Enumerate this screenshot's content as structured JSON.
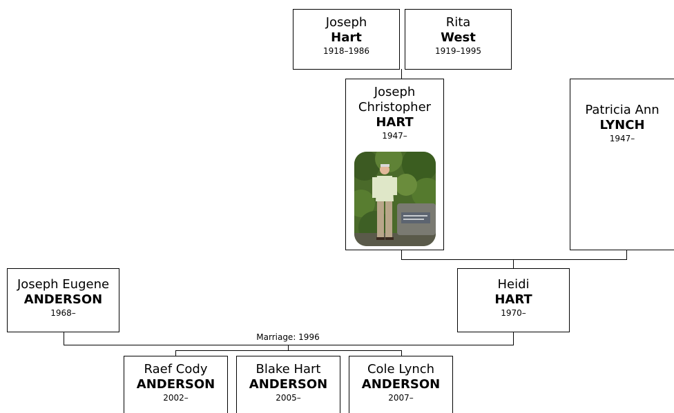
{
  "people": {
    "joseph_hart": {
      "given": "Joseph",
      "surname": "Hart",
      "dates": "1918–1986"
    },
    "rita_west": {
      "given": "Rita",
      "surname": "West",
      "dates": "1919–1995"
    },
    "joseph_christopher_hart": {
      "given1": "Joseph",
      "given2": "Christopher",
      "surname": "HART",
      "dates": "1947–"
    },
    "patricia_lynch": {
      "given": "Patricia Ann",
      "surname": "LYNCH",
      "dates": "1947–"
    },
    "joseph_anderson": {
      "given": "Joseph Eugene",
      "surname": "ANDERSON",
      "dates": "1968–"
    },
    "heidi_hart": {
      "given": "Heidi",
      "surname": "HART",
      "dates": "1970–"
    },
    "raef_anderson": {
      "given": "Raef Cody",
      "surname": "ANDERSON",
      "dates": "2002–"
    },
    "blake_anderson": {
      "given": "Blake Hart",
      "surname": "ANDERSON",
      "dates": "2005–"
    },
    "cole_anderson": {
      "given": "Cole Lynch",
      "surname": "ANDERSON",
      "dates": "2007–"
    }
  },
  "marriage_label": "Marriage: 1996"
}
